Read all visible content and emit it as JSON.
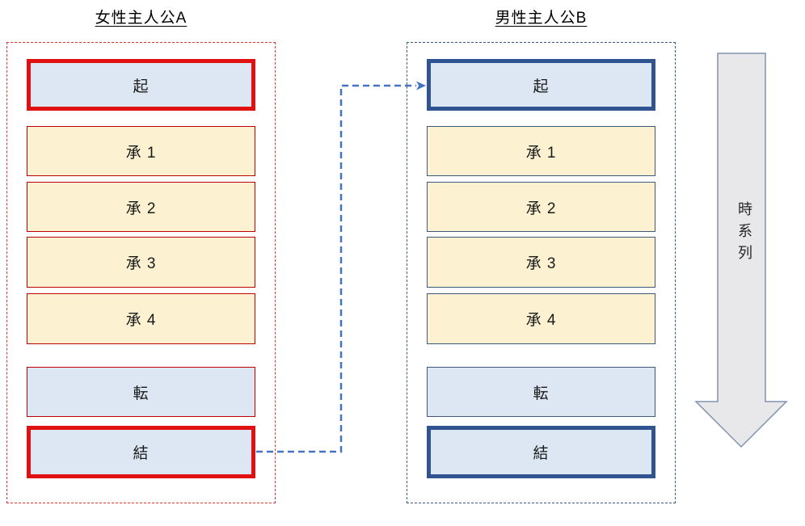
{
  "left_column": {
    "title": "女性主人公A",
    "boxes": [
      {
        "label": "起"
      },
      {
        "label": "承 1"
      },
      {
        "label": "承 2"
      },
      {
        "label": "承 3"
      },
      {
        "label": "承 4"
      },
      {
        "label": "転"
      },
      {
        "label": "結"
      }
    ]
  },
  "right_column": {
    "title": "男性主人公B",
    "boxes": [
      {
        "label": "起"
      },
      {
        "label": "承 1"
      },
      {
        "label": "承 2"
      },
      {
        "label": "承 3"
      },
      {
        "label": "承 4"
      },
      {
        "label": "転"
      },
      {
        "label": "結"
      }
    ]
  },
  "timeline_arrow": {
    "label": "時系列"
  },
  "colors": {
    "left_accent_red": "#e01111",
    "left_thin_red": "#c00000",
    "left_frame_dash_red": "#e53333",
    "right_accent_navy": "#2f5490",
    "right_thin_navy": "#3e5878",
    "right_frame_dash_navy": "#3d5a86",
    "connector_blue": "#4472c4",
    "cream_fill": "#fcf2d2",
    "lightblue_fill": "#dce7f3",
    "timeline_arrow_fill": "#e8e8ea",
    "timeline_arrow_border": "#8193b2"
  }
}
